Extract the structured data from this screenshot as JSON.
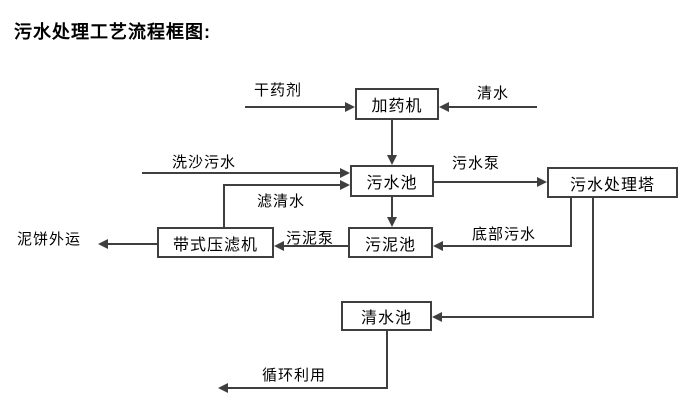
{
  "title": "污水处理工艺流程框图:",
  "colors": {
    "line": "#3f3f3f",
    "text": "#000000",
    "background": "#ffffff"
  },
  "diagram": {
    "type": "flowchart",
    "nodes": {
      "dosing_machine": "加药机",
      "sewage_pool": "污水池",
      "treatment_tower": "污水处理塔",
      "sludge_pool": "污泥池",
      "belt_filter_press": "带式压滤机",
      "clear_water_pool": "清水池"
    },
    "flow_labels": {
      "dry_agent": "干药剂",
      "clear_water": "清水",
      "sand_washing_sewage": "洗沙污水",
      "sewage_pump": "污水泵",
      "filtered_water": "滤清水",
      "sludge_pump": "污泥泵",
      "bottom_sewage": "底部污水",
      "mud_cake_outbound": "泥饼外运",
      "recycling": "循环利用"
    }
  }
}
